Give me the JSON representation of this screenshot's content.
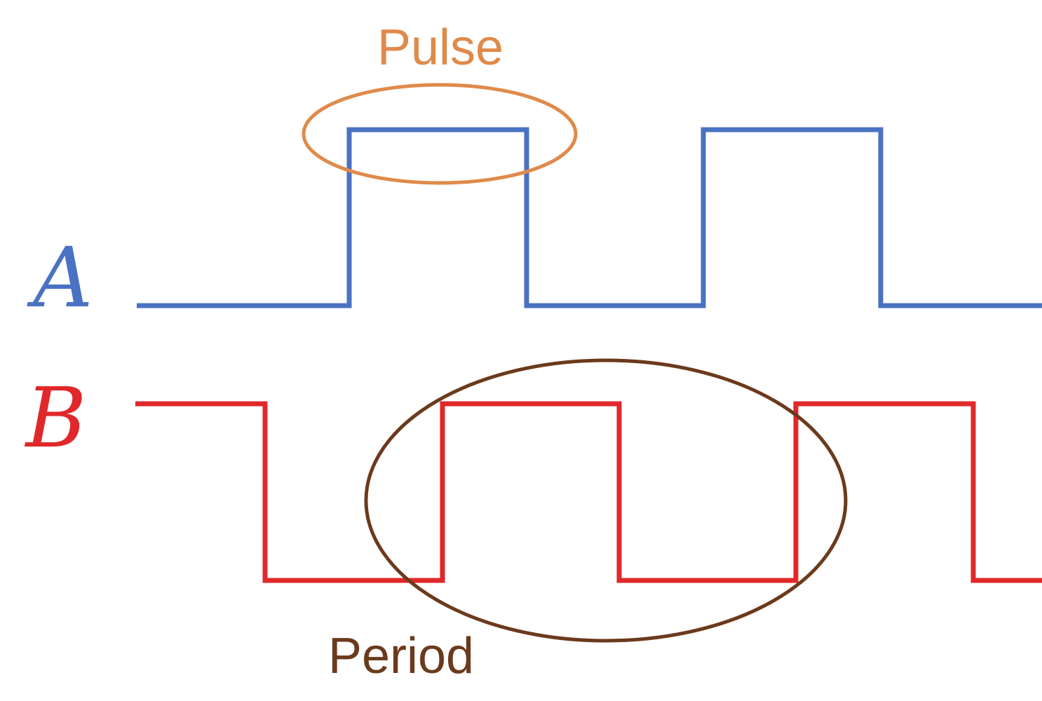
{
  "colors": {
    "channel_a": "#4a72c4",
    "channel_b": "#e0282a",
    "pulse": "#e08a4a",
    "period": "#6b3a1c",
    "background": "#ffffff"
  },
  "labels": {
    "pulse": "Pulse",
    "period": "Period",
    "channel_a": "A",
    "channel_b": "B"
  }
}
